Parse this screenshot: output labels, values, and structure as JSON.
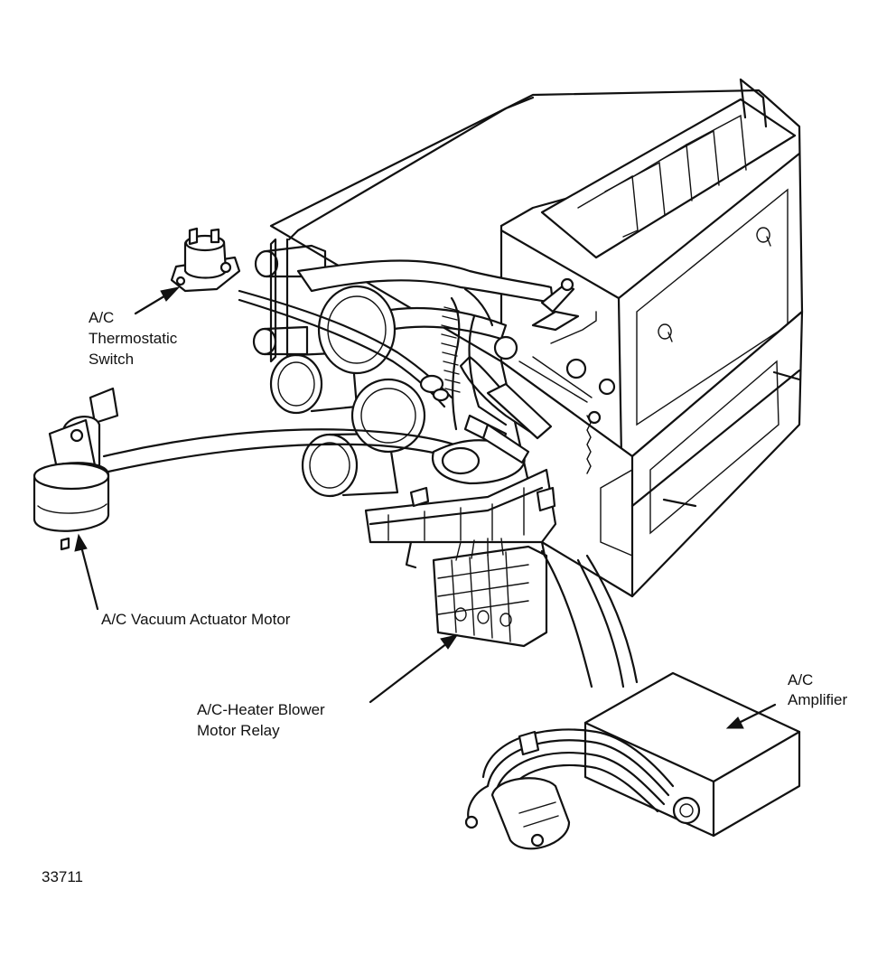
{
  "figure_number": "33711",
  "callouts": {
    "thermostatic_switch": {
      "line1": "A/C",
      "line2": "Thermostatic",
      "line3": "Switch"
    },
    "vacuum_actuator": {
      "line1": "A/C Vacuum Actuator Motor"
    },
    "blower_relay": {
      "line1": "A/C-Heater Blower",
      "line2": "Motor Relay"
    },
    "amplifier": {
      "line1": "A/C",
      "line2": "Amplifier"
    }
  }
}
